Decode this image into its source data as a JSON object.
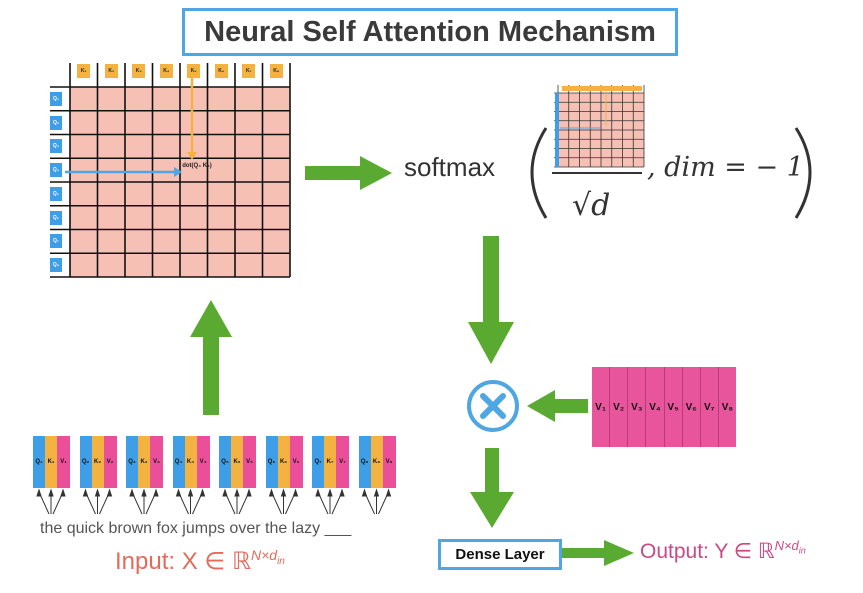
{
  "title": "Neural Self Attention Mechanism",
  "keys": [
    "K₁",
    "K₂",
    "K₃",
    "K₄",
    "K₅",
    "K₆",
    "K₇",
    "K₈"
  ],
  "queries": [
    "Q₁",
    "Q₂",
    "Q₃",
    "Q₄",
    "Q₅",
    "Q₆",
    "Q₇",
    "Q₈"
  ],
  "dot_product_label": "dot(Q₄ K₅)",
  "softmax": {
    "func": "softmax",
    "denominator": "√d",
    "args": ", dim = − 1"
  },
  "tokens": [
    {
      "q": "Q₁",
      "k": "K₁",
      "v": "V₁"
    },
    {
      "q": "Q₂",
      "k": "K₂",
      "v": "V₂"
    },
    {
      "q": "Q₃",
      "k": "K₃",
      "v": "V₃"
    },
    {
      "q": "Q₄",
      "k": "K₄",
      "v": "V₄"
    },
    {
      "q": "Q₅",
      "k": "K₅",
      "v": "V₅"
    },
    {
      "q": "Q₆",
      "k": "K₆",
      "v": "V₆"
    },
    {
      "q": "Q₇",
      "k": "K₇",
      "v": "V₇"
    },
    {
      "q": "Q₈",
      "k": "K₈",
      "v": "V₈"
    }
  ],
  "sentence": "the quick brown fox jumps over the lazy ___",
  "input_label": "Input: X ∈ ℝ",
  "input_sup": "N×d",
  "input_sub": "in",
  "values": [
    "V₁",
    "V₂",
    "V₃",
    "V₄",
    "V₅",
    "V₆",
    "V₇",
    "V₈"
  ],
  "multiply_icon": "multiply-icon",
  "dense_layer": "Dense Layer",
  "output_label": "Output: Y ∈ ℝ",
  "output_sup": "N×d",
  "output_sub": "in",
  "colors": {
    "query": "#3f9ee8",
    "key": "#f4b341",
    "value": "#ec4f9a",
    "grid": "#f6c0b5",
    "arrow": "#5aaa32",
    "frame": "#4ea6e2"
  }
}
